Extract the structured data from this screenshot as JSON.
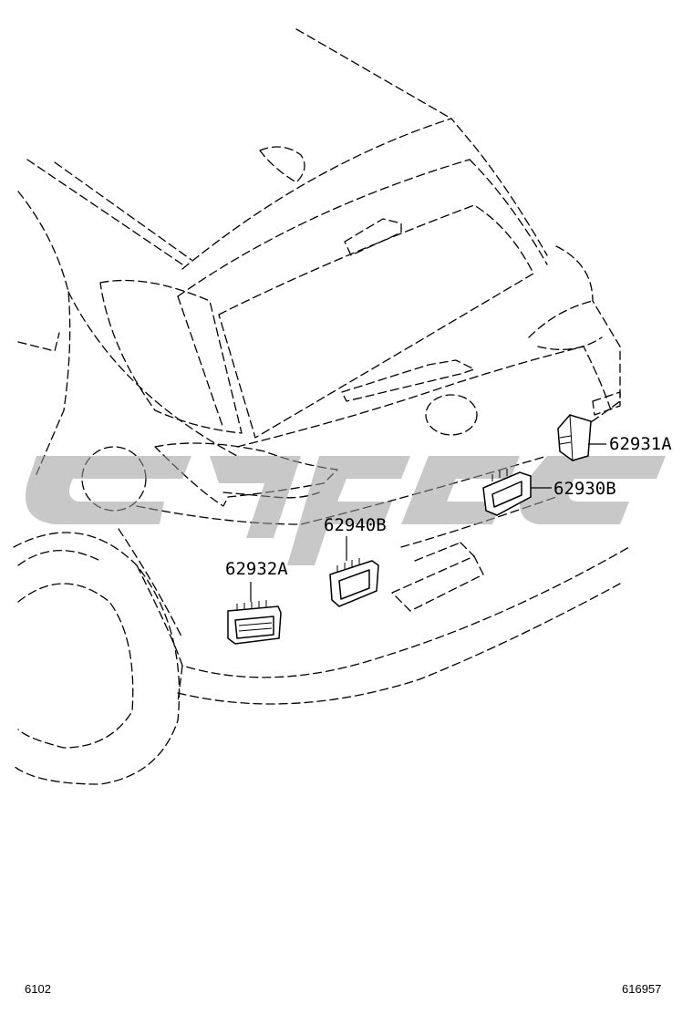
{
  "callouts": {
    "c62931A": "62931A",
    "c62930B": "62930B",
    "c62940B": "62940B",
    "c62932A": "62932A"
  },
  "footer": {
    "left": "6102",
    "right": "616957"
  },
  "colors": {
    "line": "#000000",
    "watermark": "#9a9a9a",
    "background": "#ffffff"
  }
}
